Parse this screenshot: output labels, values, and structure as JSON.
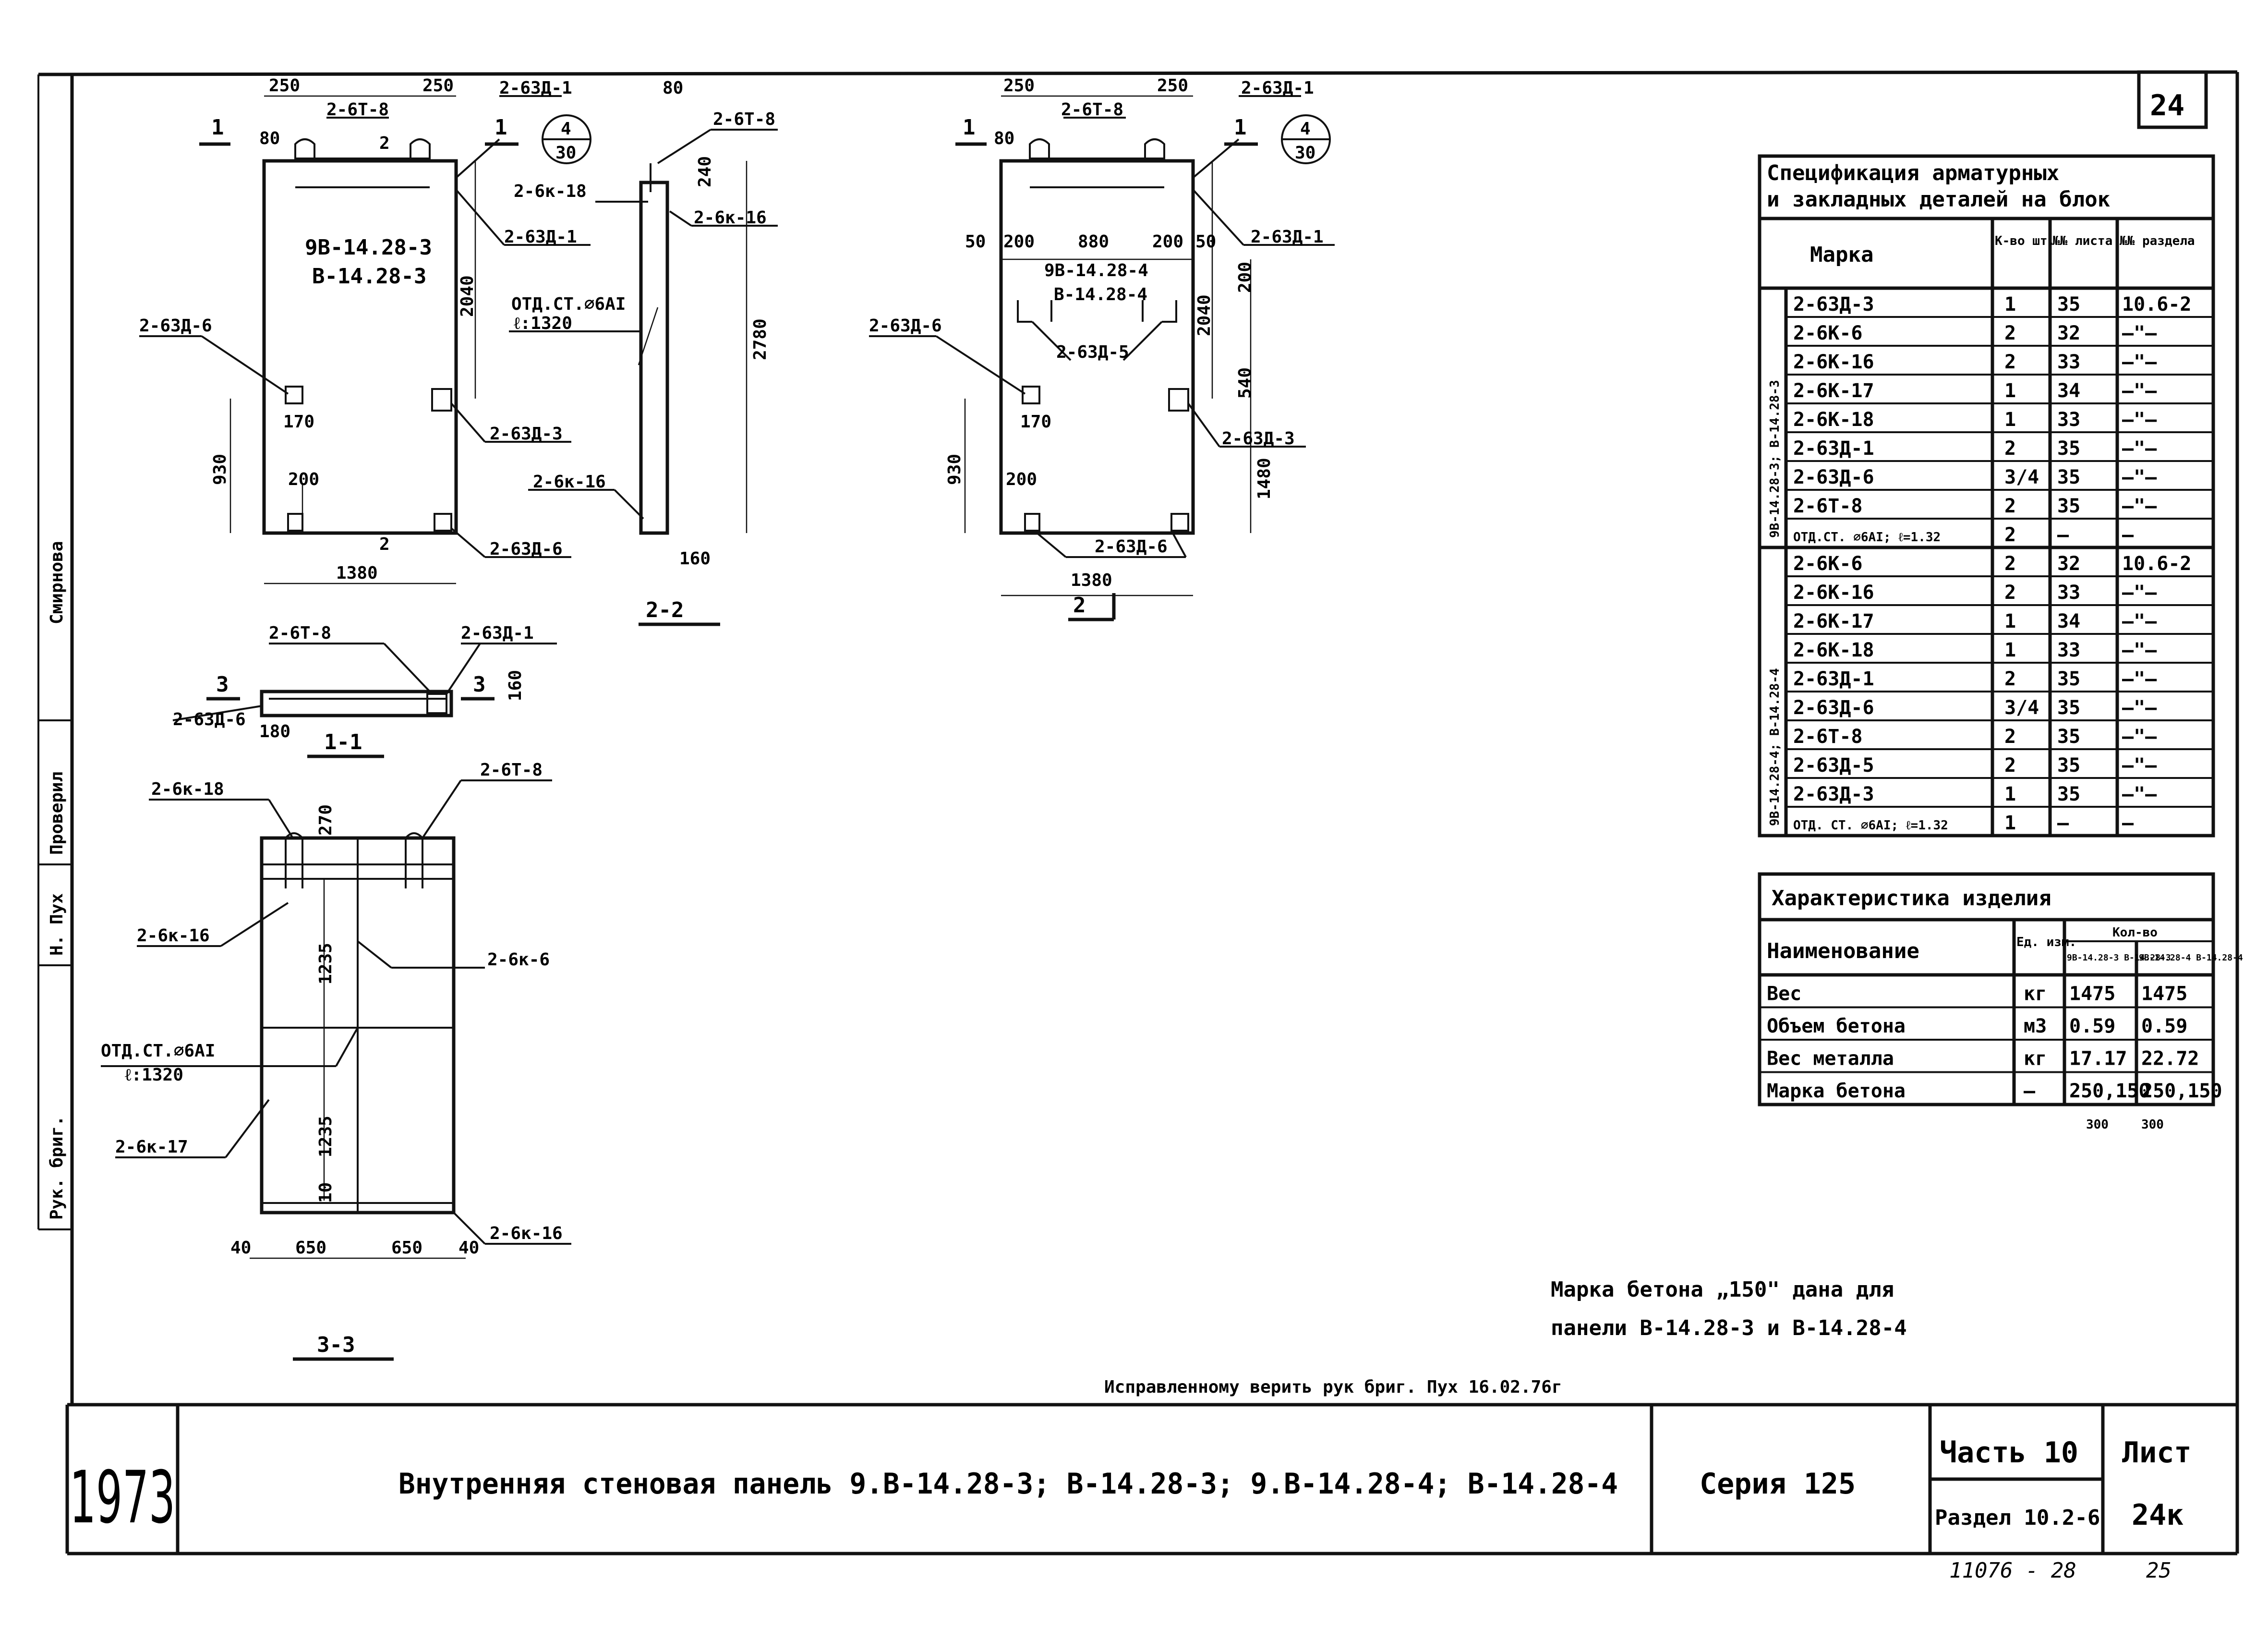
{
  "sheet_number": "24",
  "drawing": {
    "panel_a_marks": [
      "9В-14.28-3",
      "В-14.28-3"
    ],
    "panel_b_marks": [
      "9В-14.28-4",
      "В-14.28-4"
    ],
    "labels": {
      "t8": "2-6Т-8",
      "d1": "2-63Д-1",
      "d6": "2-63Д-6",
      "d3": "2-63Д-3",
      "d5": "2-63Д-5",
      "k16": "2-6к-16",
      "k18": "2-6к-18",
      "k6": "2-6к-6",
      "k17": "2-6к-17",
      "otd_st": "ОТД.СТ.⌀6АI",
      "otd_len": "ℓ:1320",
      "callout_top": "4",
      "callout_bottom": "30"
    },
    "dimensions": {
      "d250": "250",
      "d80": "80",
      "d2040": "2040",
      "d2780": "2780",
      "d930": "930",
      "d1380": "1380",
      "d170": "170",
      "d200": "200",
      "d160": "160",
      "d240": "240",
      "d50": "50",
      "d880": "880",
      "d1480": "1480",
      "d540": "540",
      "d1235": "1235",
      "d650": "650",
      "d40": "40",
      "d270": "270",
      "d10": "10",
      "d180": "180"
    },
    "section_marks": {
      "s1": "1",
      "s2": "2",
      "s3": "3",
      "sec_1_1": "1-1",
      "sec_2_2": "2-2",
      "sec_3_3": "3-3"
    }
  },
  "spec_table": {
    "title_line1": "Спецификация арматурных",
    "title_line2": "и закладных деталей на блок",
    "headers": [
      "Марка",
      "К-во шт.",
      "№№ листа",
      "№№ раздела"
    ],
    "group1_label": "9В-14.28-3; В-14.28-3",
    "group1_rows": [
      [
        "2-63Д-3",
        "1",
        "35",
        "10.6-2"
      ],
      [
        "2-6К-6",
        "2",
        "32",
        "—\"—"
      ],
      [
        "2-6К-16",
        "2",
        "33",
        "—\"—"
      ],
      [
        "2-6К-17",
        "1",
        "34",
        "—\"—"
      ],
      [
        "2-6К-18",
        "1",
        "33",
        "—\"—"
      ],
      [
        "2-63Д-1",
        "2",
        "35",
        "—\"—"
      ],
      [
        "2-63Д-6",
        "3/4",
        "35",
        "—\"—"
      ],
      [
        "2-6Т-8",
        "2",
        "35",
        "—\"—"
      ],
      [
        "ОТД.СТ. ⌀6АI; ℓ=1.32",
        "2",
        "—",
        "—"
      ]
    ],
    "group2_label": "9В-14.28-4; В-14.28-4",
    "group2_rows": [
      [
        "2-6К-6",
        "2",
        "32",
        "10.6-2"
      ],
      [
        "2-6К-16",
        "2",
        "33",
        "—\"—"
      ],
      [
        "2-6К-17",
        "1",
        "34",
        "—\"—"
      ],
      [
        "2-6К-18",
        "1",
        "33",
        "—\"—"
      ],
      [
        "2-63Д-1",
        "2",
        "35",
        "—\"—"
      ],
      [
        "2-63Д-6",
        "3/4",
        "35",
        "—\"—"
      ],
      [
        "2-6Т-8",
        "2",
        "35",
        "—\"—"
      ],
      [
        "2-63Д-5",
        "2",
        "35",
        "—\"—"
      ],
      [
        "2-63Д-3",
        "1",
        "35",
        "—\"—"
      ],
      [
        "ОТД. СТ. ⌀6АI; ℓ=1.32",
        "1",
        "—",
        "—"
      ]
    ]
  },
  "char_table": {
    "title": "Характеристика изделия",
    "header_name": "Наименование",
    "header_unit": "Ед. изм.",
    "header_qty": "Кол-во",
    "col_a": "9В-14.28-3 В-14.28-3",
    "col_b": "9В-14.28-4 В-14.28-4",
    "rows": [
      [
        "Вес",
        "кг",
        "1475",
        "1475"
      ],
      [
        "Объем бетона",
        "м3",
        "0.59",
        "0.59"
      ],
      [
        "Вес металла",
        "кг",
        "17.17",
        "22.72"
      ],
      [
        "Марка бетона",
        "—",
        "250,150",
        "250,150"
      ]
    ],
    "below_a": "300",
    "below_b": "300"
  },
  "notes": {
    "line1": "Марка бетона „150\" дана для",
    "line2": "панели В-14.28-3 и В-14.28-4",
    "correction": "Исправленному верить рук бриг. Пух 16.02.76г"
  },
  "side_stamp": [
    "Рук. бриг.",
    "Н. Пух",
    "Проверил",
    "Смирнова"
  ],
  "title_block": {
    "year": "1973",
    "title": "Внутренняя стеновая панель 9.В-14.28-3; В-14.28-3; 9.В-14.28-4; В-14.28-4",
    "series": "Серия 125",
    "part": "Часть 10",
    "section": "Раздел 10.2-6",
    "sheet_label": "Лист",
    "sheet_value": "24к"
  },
  "footer": {
    "code": "11076 - 28",
    "page": "25"
  }
}
